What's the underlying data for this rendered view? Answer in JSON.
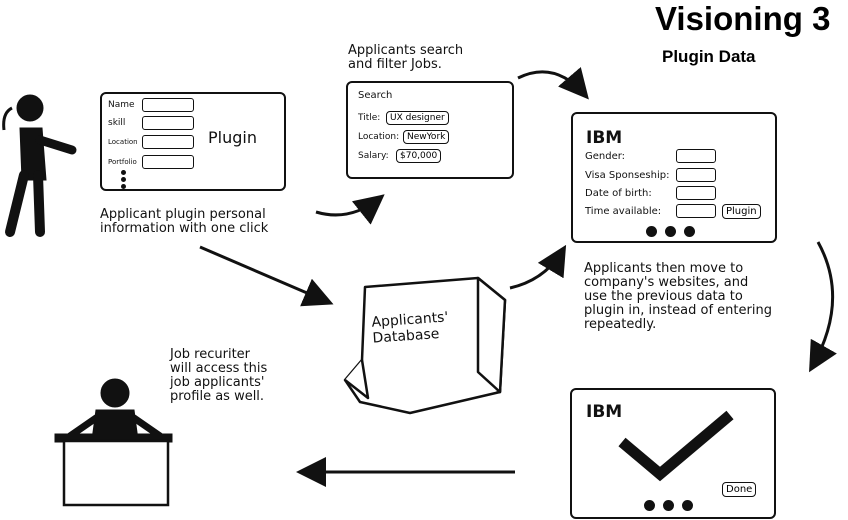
{
  "header": {
    "title": "Visioning 3",
    "subtitle": "Plugin Data"
  },
  "plugin_card": {
    "fields": [
      "Name",
      "skill",
      "Location",
      "Portfolio"
    ],
    "label": "Plugin"
  },
  "applicant_note": "Applicant plugin personal\ninformation with one click",
  "search_note": "Applicants search\nand filter Jobs.",
  "search_card": {
    "title": "Search",
    "rows": [
      {
        "label": "Title:",
        "value": "UX designer"
      },
      {
        "label": "Location:",
        "value": "NewYork"
      },
      {
        "label": "Salary:",
        "value": "$70,000"
      }
    ]
  },
  "ibm_form": {
    "brand": "IBM",
    "fields": [
      "Gender:",
      "Visa Sponseship:",
      "Date of birth:",
      "Time available:"
    ],
    "button": "Plugin"
  },
  "database": {
    "label": "Applicants'\nDatabase"
  },
  "move_note": "Applicants then move to\ncompany's websites, and\nuse the previous data to\nplugin in, instead of entering\nrepeatedly.",
  "recruiter_note": "Job recuriter\nwill access this\njob applicants'\nprofile as well.",
  "ibm_done": {
    "brand": "IBM",
    "button": "Done"
  }
}
